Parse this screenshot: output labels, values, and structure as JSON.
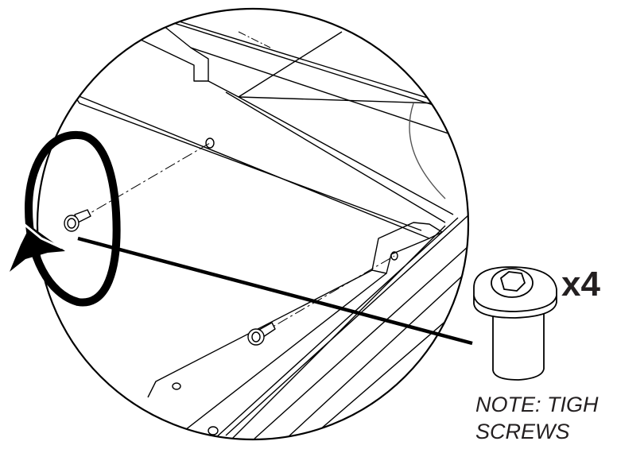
{
  "callout": {
    "quantity_label": "x4",
    "note_line1": "NOTE: TIGH",
    "note_line2": "SCREWS"
  },
  "icons": {
    "rotation_arrow": "clockwise-rotation-arrow-icon",
    "screw": "button-head-hex-socket-screw-icon"
  },
  "colors": {
    "line": "#000000",
    "text": "#231f20",
    "background": "#ffffff"
  }
}
